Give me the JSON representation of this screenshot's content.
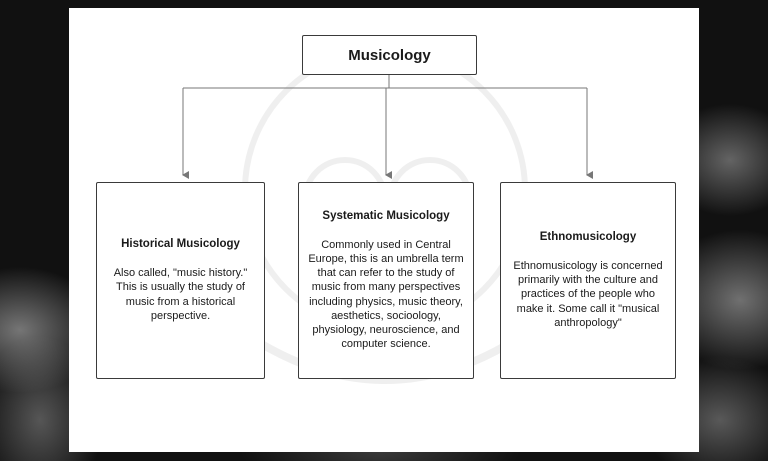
{
  "diagram": {
    "root": {
      "title": "Musicology"
    },
    "children": [
      {
        "title": "Historical Musicology",
        "description": "Also called, \"music history.\" This is usually the study of music from a historical perspective."
      },
      {
        "title": "Systematic Musicology",
        "description": "Commonly used in Central Europe, this is an umbrella term that can refer to the study of music from many perspectives including physics, music theory, aesthetics, socioology, physiology, neuroscience, and computer science."
      },
      {
        "title": "Ethnomusicology",
        "description": "Ethnomusicology is concerned primarily with the culture and practices of the people who make it. Some call it \"musical anthropology\""
      }
    ]
  },
  "colors": {
    "background": "#111111",
    "panel": "#ffffff",
    "box_border": "#3a3a3a",
    "connector": "#777777",
    "text": "#1a1a1a"
  }
}
